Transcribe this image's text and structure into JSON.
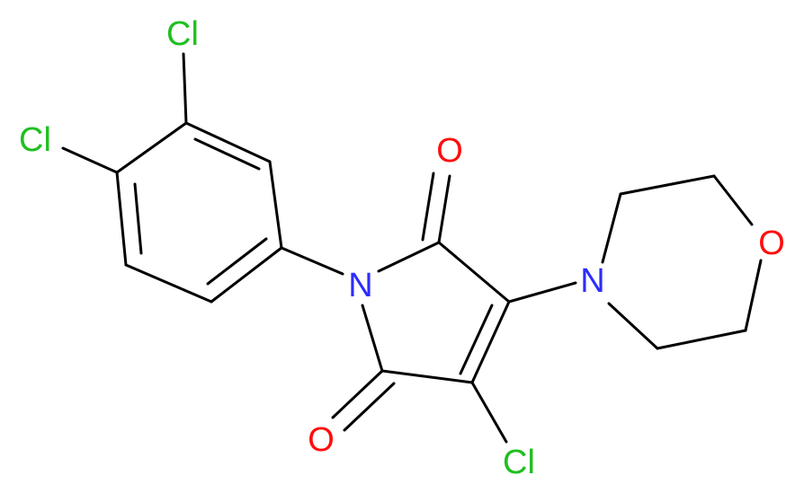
{
  "structure": {
    "atoms": [
      {
        "id": "cl_top",
        "symbol": "Cl",
        "color": "#1fbf1f"
      },
      {
        "id": "cl_left",
        "symbol": "Cl",
        "color": "#1fbf1f"
      },
      {
        "id": "o_upper",
        "symbol": "O",
        "color": "#ff0d0d"
      },
      {
        "id": "o_morpholine",
        "symbol": "O",
        "color": "#ff0d0d"
      },
      {
        "id": "n_imide",
        "symbol": "N",
        "color": "#2c2cff"
      },
      {
        "id": "n_morpholine",
        "symbol": "N",
        "color": "#2c2cff"
      },
      {
        "id": "o_lower",
        "symbol": "O",
        "color": "#ff0d0d"
      },
      {
        "id": "cl_bottom",
        "symbol": "Cl",
        "color": "#1fbf1f"
      }
    ],
    "bond_color": "#000000"
  }
}
